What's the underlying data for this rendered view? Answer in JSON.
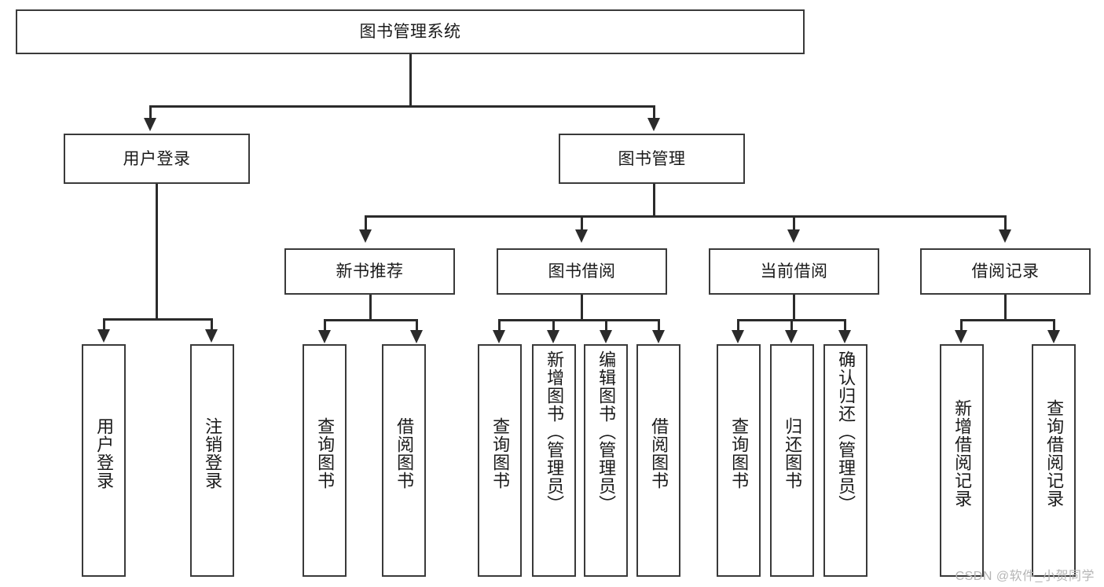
{
  "diagram": {
    "type": "tree-hierarchy-chart",
    "title": "图书管理系统",
    "root": {
      "id": "root",
      "label": "图书管理系统",
      "level": 1
    },
    "level2": [
      {
        "id": "user-login",
        "label": "用户登录"
      },
      {
        "id": "book-management",
        "label": "图书管理"
      }
    ],
    "level3": [
      {
        "id": "new-book-recommend",
        "label": "新书推荐",
        "parent": "book-management"
      },
      {
        "id": "book-borrow",
        "label": "图书借阅",
        "parent": "book-management"
      },
      {
        "id": "current-borrow",
        "label": "当前借阅",
        "parent": "book-management"
      },
      {
        "id": "borrow-record",
        "label": "借阅记录",
        "parent": "book-management"
      }
    ],
    "leaves": [
      {
        "id": "leaf-user-login",
        "label": "用户登录",
        "parent": "user-login"
      },
      {
        "id": "leaf-logout-login",
        "label": "注销登录",
        "parent": "user-login"
      },
      {
        "id": "leaf-query-book-1",
        "label": "查询图书",
        "parent": "new-book-recommend"
      },
      {
        "id": "leaf-borrow-book-1",
        "label": "借阅图书",
        "parent": "new-book-recommend"
      },
      {
        "id": "leaf-query-book-2",
        "label": "查询图书",
        "parent": "book-borrow"
      },
      {
        "id": "leaf-add-book",
        "label": "新增图书（管理员）",
        "parent": "book-borrow"
      },
      {
        "id": "leaf-edit-book",
        "label": "编辑图书（管理员）",
        "parent": "book-borrow"
      },
      {
        "id": "leaf-borrow-book-2",
        "label": "借阅图书",
        "parent": "book-borrow"
      },
      {
        "id": "leaf-query-book-3",
        "label": "查询图书",
        "parent": "current-borrow"
      },
      {
        "id": "leaf-return-book",
        "label": "归还图书",
        "parent": "current-borrow"
      },
      {
        "id": "leaf-confirm-return",
        "label": "确认归还（管理员）",
        "parent": "current-borrow"
      },
      {
        "id": "leaf-add-record",
        "label": "新增借阅记录",
        "parent": "borrow-record"
      },
      {
        "id": "leaf-query-record",
        "label": "查询借阅记录",
        "parent": "borrow-record"
      }
    ],
    "colors": {
      "box_border": "#3a3a3a",
      "connector": "#2b2b2b",
      "background": "#ffffff",
      "text": "#1a1a1a",
      "watermark": "#b5b5b5"
    }
  },
  "watermark": {
    "text": "CSDN @软件_小贺同学"
  }
}
